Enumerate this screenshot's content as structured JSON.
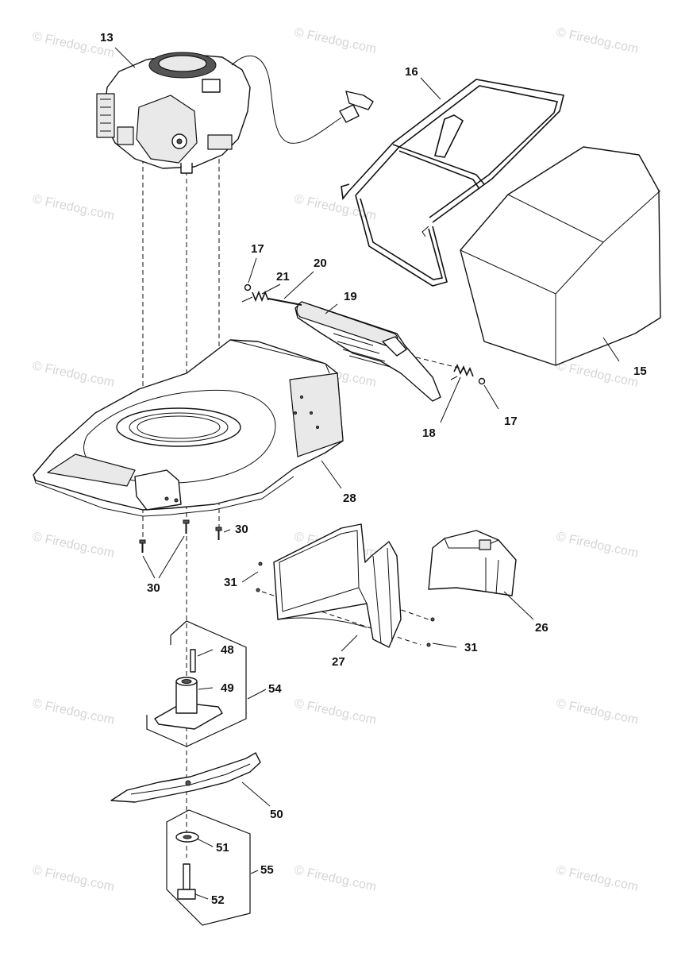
{
  "watermark": {
    "text": "© Firedog.com"
  },
  "parts": {
    "p13": "13",
    "p16": "16",
    "p15": "15",
    "p17a": "17",
    "p17b": "17",
    "p18": "18",
    "p19": "19",
    "p20": "20",
    "p21": "21",
    "p28": "28",
    "p30a": "30",
    "p30b": "30",
    "p31a": "31",
    "p31b": "31",
    "p26": "26",
    "p27": "27",
    "p48": "48",
    "p49": "49",
    "p54": "54",
    "p50": "50",
    "p51": "51",
    "p55": "55",
    "p52": "52"
  }
}
